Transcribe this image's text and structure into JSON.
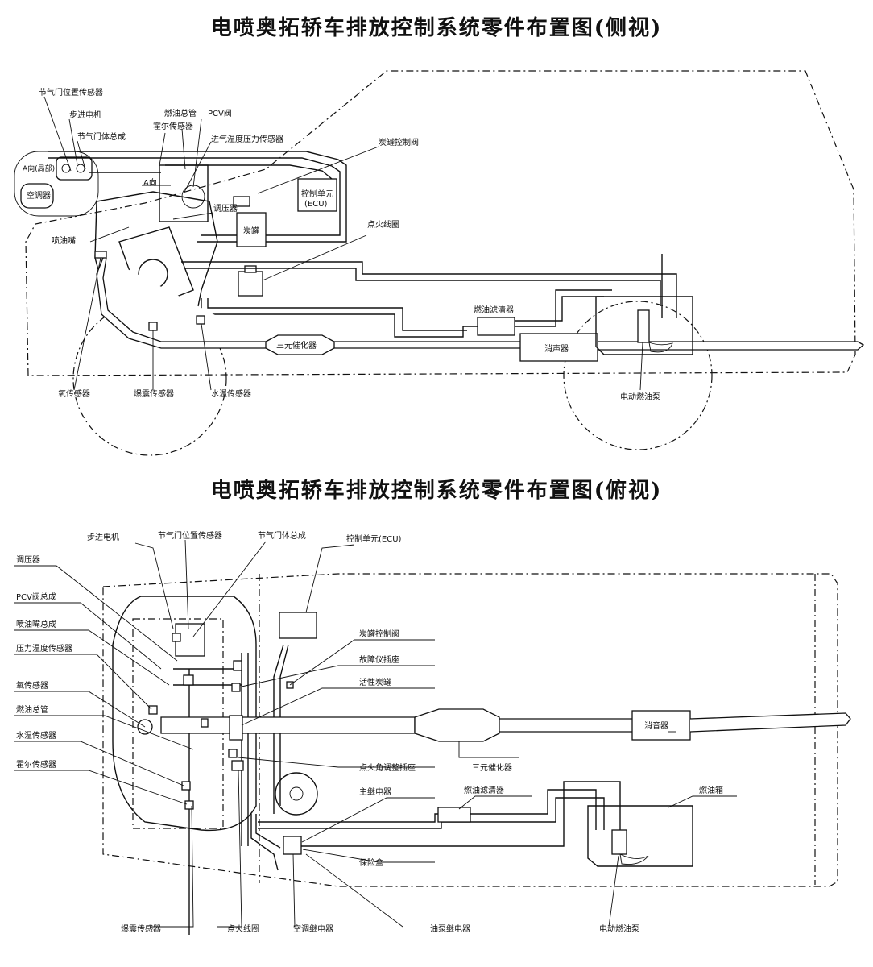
{
  "titles": {
    "side": "电喷奥拓轿车排放控制系统零件布置图(侧视)",
    "top": "电喷奥拓轿车排放控制系统零件布置图(俯视)"
  },
  "side_view": {
    "throttle_position_sensor": "节气门位置传感器",
    "stepper_motor": "步进电机",
    "throttle_body": "节气门体总成",
    "hall_sensor": "霍尔传感器",
    "fuel_rail": "燃油总管",
    "pcv_valve": "PCV阀",
    "intake_temp_pressure_sensor": "进气温度压力传感器",
    "canister_control_valve": "炭罐控制阀",
    "a_direction_inset": "A向(局部)",
    "air_conditioner": "空调器",
    "a_direction": "A向",
    "pressure_regulator": "调压器",
    "ecu_line1": "控制单元",
    "ecu_line2": "(ECU)",
    "ignition_coil": "点火线圈",
    "canister": "炭罐",
    "injector": "喷油嘴",
    "fuel_filter": "燃油滤清器",
    "catalytic_converter": "三元催化器",
    "muffler": "消声器",
    "oxygen_sensor": "氧传感器",
    "knock_sensor": "爆震传感器",
    "coolant_temp_sensor": "水温传感器",
    "electric_fuel_pump": "电动燃油泵"
  },
  "top_view": {
    "stepper_motor": "步进电机",
    "throttle_position_sensor": "节气门位置传感器",
    "throttle_body": "节气门体总成",
    "ecu": "控制单元(ECU)",
    "pressure_regulator": "调压器",
    "pcv_valve": "PCV阀总成",
    "injector": "喷油嘴总成",
    "pressure_temp_sensor": "压力温度传感器",
    "oxygen_sensor": "氧传感器",
    "fuel_rail": "燃油总管",
    "coolant_temp_sensor": "水温传感器",
    "hall_sensor": "霍尔传感器",
    "canister_control_valve": "炭罐控制阀",
    "diagnostic_socket": "故障仪插座",
    "activated_canister": "活性炭罐",
    "ignition_timing_socket": "点火角调整插座",
    "catalytic_converter": "三元催化器",
    "muffler": "消音器",
    "main_relay": "主继电器",
    "fuel_filter": "燃油滤清器",
    "fuel_tank": "燃油箱",
    "fuse_box": "保险盒",
    "knock_sensor": "爆震传感器",
    "ignition_coil": "点火线圈",
    "ac_relay": "空调继电器",
    "fuel_pump_relay": "油泵继电器",
    "electric_fuel_pump": "电动燃油泵"
  }
}
